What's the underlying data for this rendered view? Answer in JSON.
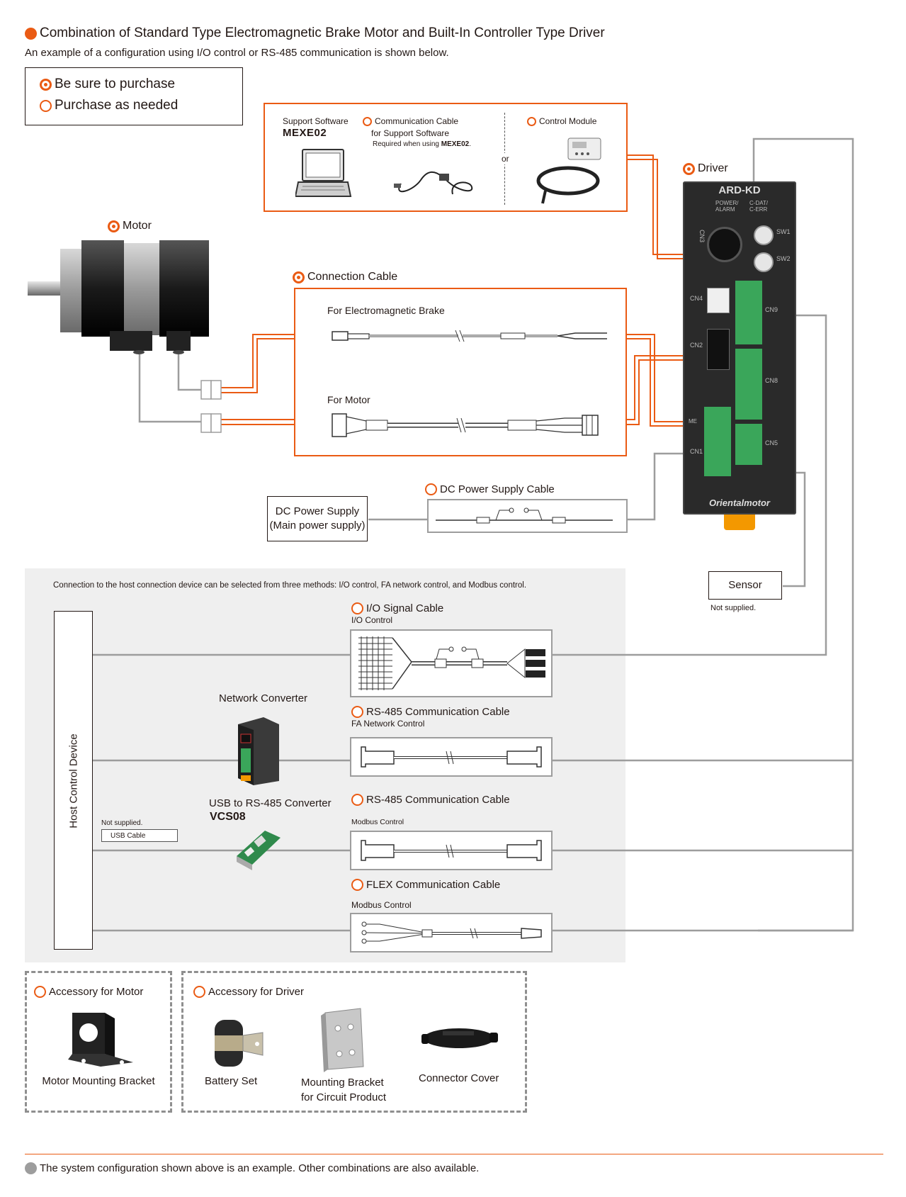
{
  "header": {
    "title": "Combination of Standard Type Electromagnetic Brake Motor and Built-In Controller Type Driver",
    "subtitle": "An example of a configuration using I/O control or RS-485 communication is shown below."
  },
  "legend": {
    "must": "Be sure to purchase",
    "optional": "Purchase as needed"
  },
  "support": {
    "software_label": "Support Software",
    "software_name": "MEXE02",
    "comm_cable_line1": "Communication Cable",
    "comm_cable_line2": "for Support Software",
    "comm_cable_note_prefix": "Required when using ",
    "comm_cable_note_name": "MEXE02",
    "comm_cable_note_suffix": ".",
    "or": "or",
    "control_module": "Control Module"
  },
  "motor": {
    "label": "Motor"
  },
  "driver": {
    "label": "Driver",
    "model": "ARD-KD",
    "led1_line1": "POWER/",
    "led1_line2": "ALARM",
    "led2_line1": "C-DAT/",
    "led2_line2": "C-ERR",
    "cn3": "CN3",
    "cn4": "CN4",
    "cn2": "CN2",
    "cn1": "CN1",
    "cn5": "CN5",
    "cn8": "CN8",
    "cn9": "CN9",
    "sw1": "SW1",
    "sw2": "SW2",
    "me": "ME",
    "brand": "Orientalmotor"
  },
  "connection_cable": {
    "title": "Connection Cable",
    "brake": "For Electromagnetic Brake",
    "motor": "For Motor"
  },
  "power": {
    "supply_line1": "DC Power Supply",
    "supply_line2": "(Main power supply)",
    "cable": "DC Power Supply Cable"
  },
  "sensor": {
    "label": "Sensor",
    "note": "Not supplied."
  },
  "host": {
    "note": "Connection to the host connection device can be selected from three methods: I/O control, FA network control, and Modbus control.",
    "device": "Host Control Device",
    "usb_note": "Not supplied.",
    "usb_cable": "USB Cable",
    "network_converter": "Network Converter",
    "usb_converter": "USB to RS-485 Converter",
    "usb_converter_model": "VCS08"
  },
  "cables": [
    {
      "title": "I/O Signal Cable",
      "sub": "I/O Control"
    },
    {
      "title": "RS-485 Communication Cable",
      "sub": "FA Network Control"
    },
    {
      "title": "RS-485 Communication Cable",
      "sub": "Modbus Control"
    },
    {
      "title": "FLEX Communication Cable",
      "sub": "Modbus Control"
    }
  ],
  "accessories": {
    "motor_title": "Accessory for Motor",
    "motor_bracket": "Motor Mounting Bracket",
    "driver_title": "Accessory for Driver",
    "battery": "Battery Set",
    "mount_line1": "Mounting Bracket",
    "mount_line2": "for Circuit Product",
    "cover": "Connector Cover"
  },
  "footer": "The system configuration shown above is an example. Other combinations are also available.",
  "colors": {
    "accent": "#ea5b14",
    "line_gray": "#9d9d9d",
    "panel_gray": "#efefef",
    "terminal_green": "#3aa65a"
  }
}
